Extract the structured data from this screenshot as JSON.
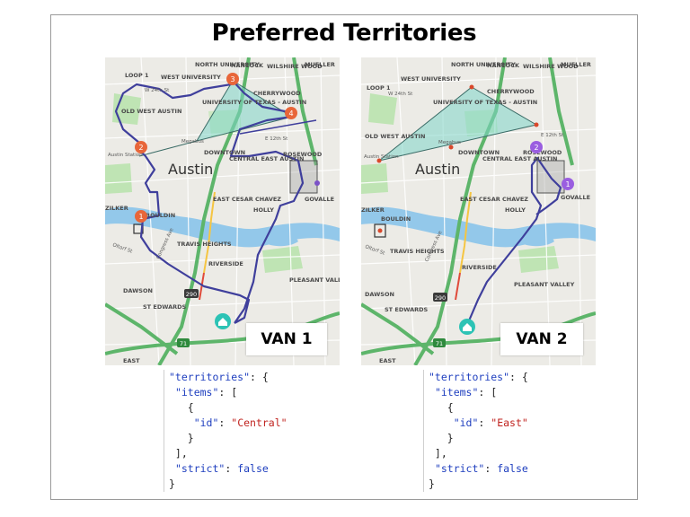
{
  "slide": {
    "title": "Preferred Territories"
  },
  "maps": [
    {
      "van_label": "VAN 1",
      "stops": [
        "1",
        "2",
        "3",
        "4"
      ],
      "labels": {
        "north_university": "NORTH UNIVERSITY",
        "hancock": "HANCOCK",
        "wilshire_wood": "WILSHIRE WOOD",
        "mueller": "MUELLER",
        "west_university": "WEST UNIVERSITY",
        "cherrywood": "CHERRYWOOD",
        "university_of_texas": "UNIVERSITY OF TEXAS - AUSTIN",
        "old_west_austin": "OLD WEST AUSTIN",
        "downtown": "DOWNTOWN",
        "central_east_austin": "CENTRAL EAST AUSTIN",
        "rosewood": "ROSEWOOD",
        "city": "Austin",
        "east_cesar_chavez": "EAST CESAR CHAVEZ",
        "holly": "HOLLY",
        "bouldin": "BOULDIN",
        "travis_heights": "TRAVIS HEIGHTS",
        "riverside": "RIVERSIDE",
        "dawson": "DAWSON",
        "pleasant_valley": "PLEASANT VALLEY",
        "st_edwards": "ST EDWARDS",
        "east": "EAST",
        "zilker": "ZILKER",
        "megabus": "Megabus",
        "austin_station": "Austin Station",
        "govalle": "GOVALLE",
        "w_24th": "W 24th St",
        "e_12th": "E 12th St",
        "congress": "Congress Ave",
        "oltorf": "Oltorf St",
        "loop": "LOOP 1",
        "hwy71": "71",
        "hwy290": "290"
      }
    },
    {
      "van_label": "VAN 2",
      "stops": [
        "1",
        "2"
      ],
      "labels": {
        "north_university": "NORTH UNIVERSITY",
        "hancock": "HANCOCK",
        "wilshire_wood": "WILSHIRE WOOD",
        "mueller": "MUELLER",
        "west_university": "WEST UNIVERSITY",
        "cherrywood": "CHERRYWOOD",
        "university_of_texas": "UNIVERSITY OF TEXAS - AUSTIN",
        "old_west_austin": "OLD WEST AUSTIN",
        "downtown": "DOWNTOWN",
        "central_east_austin": "CENTRAL EAST AUSTIN",
        "rosewood": "ROSEWOOD",
        "city": "Austin",
        "east_cesar_chavez": "EAST CESAR CHAVEZ",
        "holly": "HOLLY",
        "bouldin": "BOULDIN",
        "travis_heights": "TRAVIS HEIGHTS",
        "riverside": "RIVERSIDE",
        "dawson": "DAWSON",
        "pleasant_valley": "PLEASANT VALLEY",
        "st_edwards": "ST EDWARDS",
        "east": "EAST",
        "zilker": "ZILKER",
        "megabus": "Megabus",
        "austin_station": "Austin Station",
        "govalle": "GOVALLE",
        "w_24th": "W 24th St",
        "e_12th": "E 12th St",
        "congress": "Congress Ave",
        "oltorf": "Oltorf St",
        "loop": "LOOP 1",
        "hwy71": "71",
        "hwy290": "290"
      }
    }
  ],
  "code_blocks": [
    {
      "key_territories": "\"territories\"",
      "key_items": "\"items\"",
      "key_id": "\"id\"",
      "id_value": "\"Central\"",
      "key_strict": "\"strict\"",
      "strict_value": "false"
    },
    {
      "key_territories": "\"territories\"",
      "key_items": "\"items\"",
      "key_id": "\"id\"",
      "id_value": "\"East\"",
      "key_strict": "\"strict\"",
      "strict_value": "false"
    }
  ],
  "colors": {
    "route": "#3f3f9c",
    "van1_marker": "#e8663a",
    "van2_marker": "#9a5ee0",
    "depot": "#2cc3b5",
    "territory_fill": "#7fd6c8",
    "water": "#93c8ea",
    "park": "#bfe4b4",
    "highway": "#5db56a"
  }
}
